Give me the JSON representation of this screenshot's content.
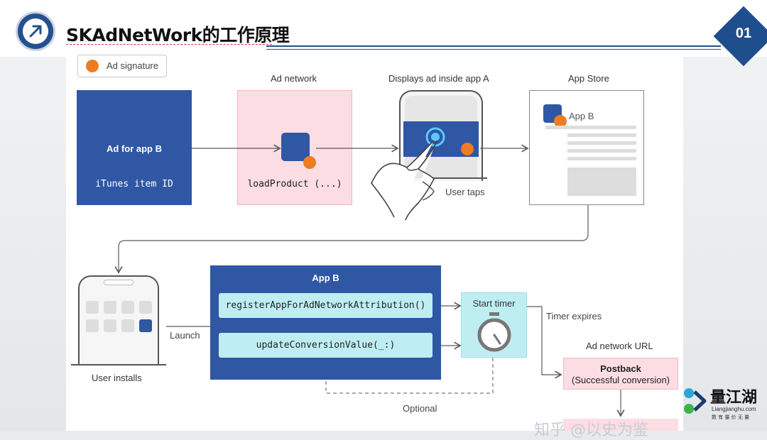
{
  "header": {
    "title": "SKAdNetWork的工作原理",
    "page_number": "01"
  },
  "legend": {
    "label": "Ad signature"
  },
  "top_row": {
    "ad_box": {
      "title": "Ad for app B",
      "subtitle": "iTunes item ID"
    },
    "ad_network": {
      "heading": "Ad network",
      "code": "loadProduct (...)"
    },
    "display": {
      "heading": "Displays ad inside app A",
      "caption": "User taps"
    },
    "app_store": {
      "heading": "App Store",
      "app_name": "App B"
    }
  },
  "bottom_row": {
    "installs_caption": "User installs",
    "launch_label": "Launch",
    "app_b": {
      "title": "App B",
      "call1": "registerAppForAdNetworkAttribution()",
      "call2": "updateConversionValue(_:)"
    },
    "timer": {
      "label": "Start timer",
      "expires": "Timer expires"
    },
    "optional_label": "Optional",
    "postback": {
      "heading": "Ad network URL",
      "title": "Postback",
      "subtitle": "(Successful conversion)"
    }
  },
  "brand": {
    "name": "量江湖",
    "domain": "Liangjianghu.com",
    "slogan": "数 有 量   价 无 量"
  },
  "watermark": "知乎 @以史为鉴",
  "colors": {
    "blue": "#2f57a3",
    "pink": "#fbdde3",
    "cyan": "#bfeef2",
    "orange": "#ee7d22"
  }
}
